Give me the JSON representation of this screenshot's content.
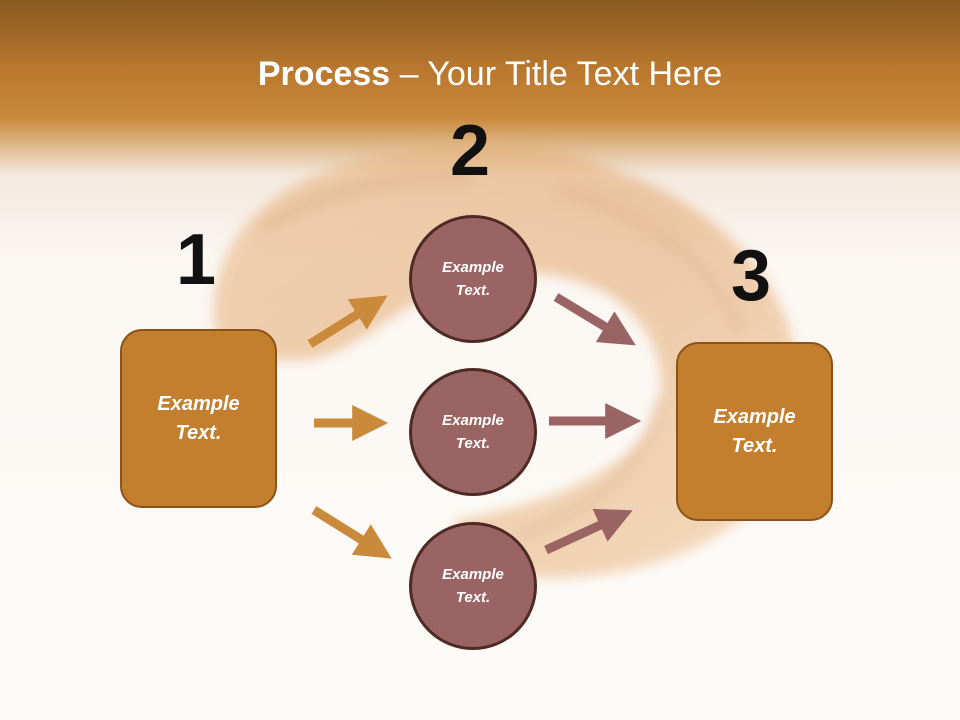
{
  "title": {
    "bold": "Process",
    "rest": " – Your Title Text Here"
  },
  "steps": {
    "n1": "1",
    "n2": "2",
    "n3": "3"
  },
  "box_left": {
    "line1": "Example",
    "line2": "Text."
  },
  "box_right": {
    "line1": "Example",
    "line2": "Text."
  },
  "circles": [
    {
      "line1": "Example",
      "line2": "Text."
    },
    {
      "line1": "Example",
      "line2": "Text."
    },
    {
      "line1": "Example",
      "line2": "Text."
    }
  ],
  "colors": {
    "header": "#b9782e",
    "box": "#c47f2e",
    "circle": "#9b6464",
    "arrow_orange": "#c98a3c",
    "arrow_mauve": "#9b6464"
  }
}
